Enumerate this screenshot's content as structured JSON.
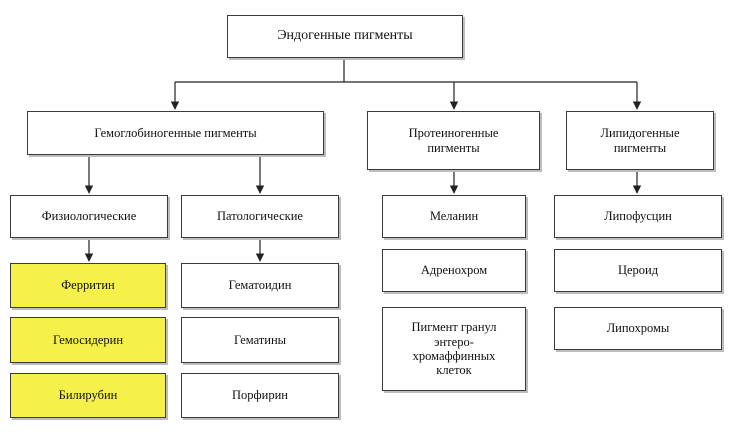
{
  "diagram": {
    "root": "Эндогенные пигменты",
    "groups": {
      "hemoglobinogenic": "Гемоглобиногенные пигменты",
      "proteinogenic": "Протеиногенные пигменты",
      "lipidogenic": "Липидогенные пигменты"
    },
    "subgroups": {
      "physiological": "Физиологические",
      "pathological": "Патологические"
    },
    "physiological_items": [
      "Ферритин",
      "Гемосидерин",
      "Билирубин"
    ],
    "pathological_items": [
      "Гематоидин",
      "Гематины",
      "Порфирин"
    ],
    "proteinogenic_items": [
      "Меланин",
      "Адренохром",
      "Пигмент гранул энтеро-хромаффинных клеток"
    ],
    "lipidogenic_items": [
      "Липофусцин",
      "Цероид",
      "Липохромы"
    ],
    "highlight_color": "#f5f04a"
  }
}
